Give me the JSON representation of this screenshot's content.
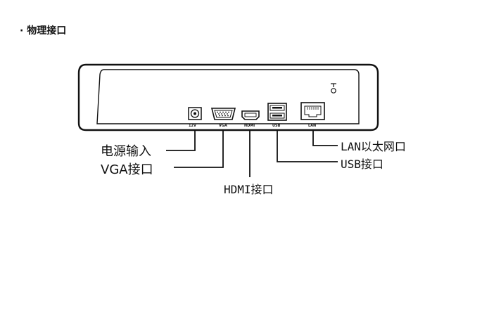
{
  "heading": "· 物理接口",
  "ports": {
    "power_tag": "12V",
    "vga_tag": "VGA",
    "hdmi_tag": "HDMI",
    "usb_tag": "USB",
    "lan_tag": "LAN"
  },
  "callouts": {
    "power": "电源输入",
    "vga": "VGA接口",
    "hdmi": "HDMI接口",
    "lan": "LAN以太网口",
    "usb": "USB接口"
  }
}
